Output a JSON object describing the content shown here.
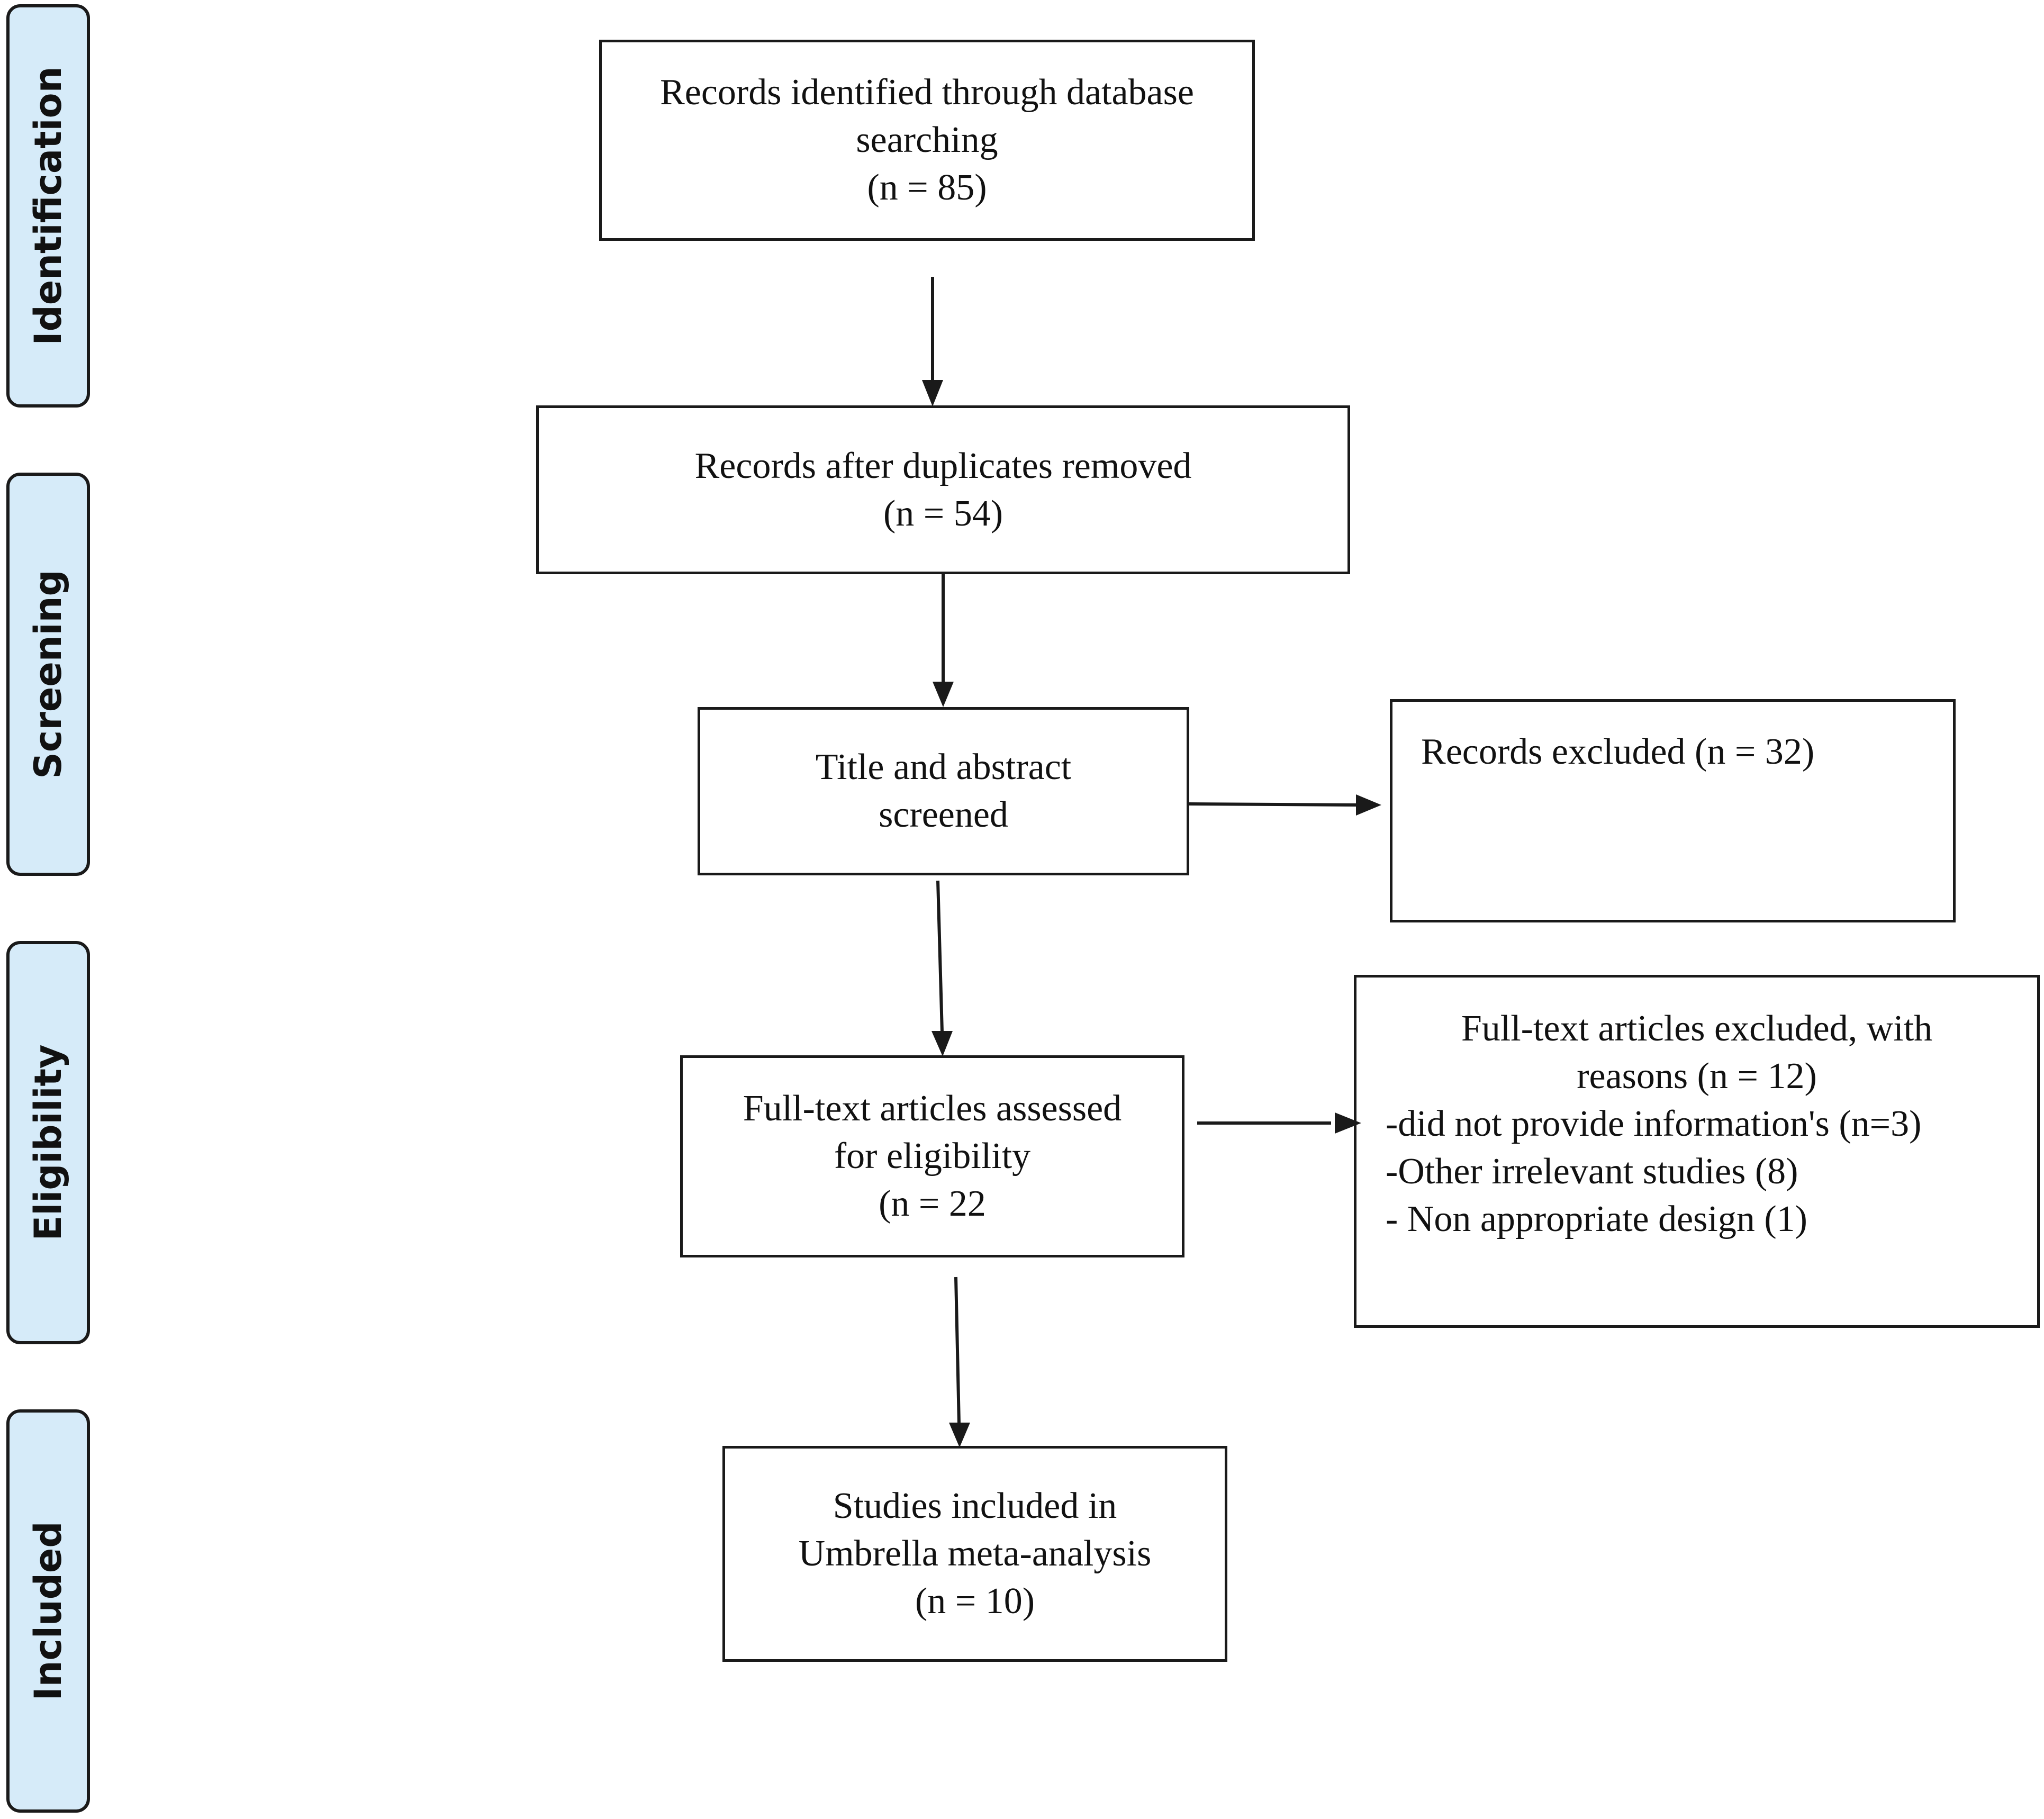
{
  "phases": [
    {
      "label": "Identification"
    },
    {
      "label": "Screening"
    },
    {
      "label": "Eligibility"
    },
    {
      "label": "Included"
    }
  ],
  "boxes": {
    "identified": {
      "lines": [
        "Records identified through database",
        "searching",
        "(n = 85)"
      ]
    },
    "deduplicated": {
      "lines": [
        "Records after duplicates removed",
        "(n = 54)"
      ]
    },
    "screened": {
      "lines": [
        "Title and abstract",
        "screened"
      ]
    },
    "excluded": {
      "lines": [
        "Records excluded (n = 32)"
      ]
    },
    "assessed": {
      "lines": [
        "Full-text articles assessed",
        "for eligibility",
        "(n = 22"
      ]
    },
    "fulltext_excluded": {
      "lines": [
        "Full-text articles excluded, with",
        "reasons (n = 12)",
        "-did not provide information's (n=3)",
        "-Other irrelevant studies (8)",
        "- Non appropriate design (1)"
      ]
    },
    "included": {
      "lines": [
        "Studies included in",
        "Umbrella meta-analysis",
        "(n = 10)"
      ]
    }
  },
  "colors": {
    "phase_fill": "#d6ebf9",
    "stroke": "#1a1a1a"
  }
}
